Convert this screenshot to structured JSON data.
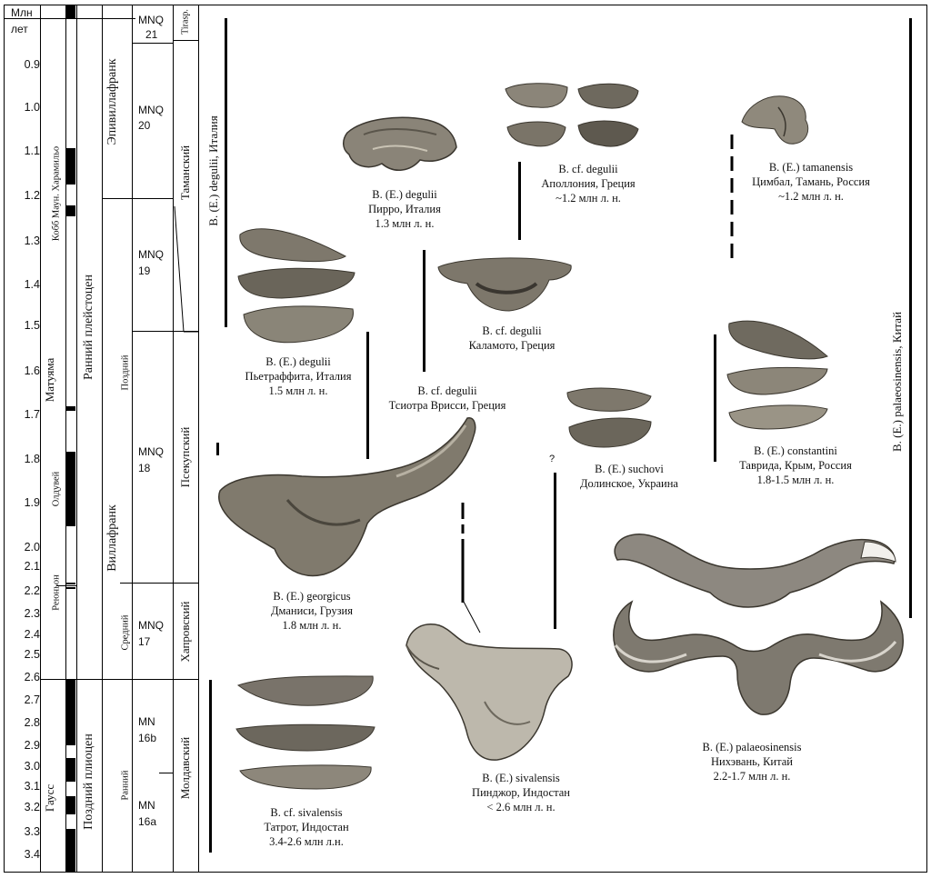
{
  "axis": {
    "unit_line1": "Млн",
    "unit_line2": "лет",
    "ticks": [
      "0.9",
      "1.0",
      "1.1",
      "1.2",
      "1.3",
      "1.4",
      "1.5",
      "1.6",
      "1.7",
      "1.8",
      "1.9",
      "2.0",
      "2.1",
      "2.2",
      "2.3",
      "2.4",
      "2.5",
      "2.6",
      "2.7",
      "2.8",
      "2.9",
      "3.0",
      "3.1",
      "3.2",
      "3.3",
      "3.4"
    ]
  },
  "magnetostratigraphy": {
    "matuyama": "Матуяма",
    "gauss": "Гаусс",
    "cobb_jaramillo": "Кобб Маун. Харамильо",
    "olduvai": "Олдувей",
    "reunion": "Реюньон"
  },
  "epochs": {
    "early_pleistocene": "Ранний плейстоцен",
    "late_pliocene": "Поздний плиоцен"
  },
  "stages": {
    "epivillafranchian": "Эпивиллафранк",
    "villafranchian": "Виллафранк",
    "late": "Поздний",
    "middle": "Средний",
    "early": "Ранний"
  },
  "mammal_zones": {
    "mnq21": [
      "MNQ",
      "21"
    ],
    "mnq20": [
      "MNQ",
      "20"
    ],
    "mnq19": [
      "MNQ",
      "19"
    ],
    "mnq18": [
      "MNQ",
      "18"
    ],
    "mnq17": [
      "MNQ",
      "17"
    ],
    "mn16b": [
      "MN",
      "16b"
    ],
    "mn16a": [
      "MN",
      "16a"
    ]
  },
  "faunal_complexes": {
    "tirasp": "Tirasp.",
    "taman": "Таманский",
    "psekups": "Псекупский",
    "khaprov": "Хапровский",
    "moldav": "Молдавский"
  },
  "range_labels": {
    "degulii_italy": "B. (E.) degulii,  Италия",
    "palaeosinensis_china": "B. (E.) palaeosinensis, Китай",
    "question": "?"
  },
  "specimens": [
    {
      "id": "pirro",
      "lines": [
        "B. (E.) degulii",
        "Пирро, Италия",
        "1.3 млн л. н."
      ]
    },
    {
      "id": "apollonia",
      "lines": [
        "B. cf. degulii",
        "Аполлония, Греция",
        "~1.2 млн л. н."
      ]
    },
    {
      "id": "tamanensis",
      "lines": [
        "B. (E.) tamanensis",
        "Цимбал, Тамань, Россия",
        "~1.2 млн л. н."
      ]
    },
    {
      "id": "kalamoto",
      "lines": [
        "B. cf. degulii",
        "Каламото, Греция"
      ]
    },
    {
      "id": "pietrafitta",
      "lines": [
        "B. (E.) degulii",
        "Пьетраффита, Италия",
        "1.5 млн л. н."
      ]
    },
    {
      "id": "tsiotra",
      "lines": [
        "B. cf. degulii",
        "Тсиотра Врисси, Греция"
      ]
    },
    {
      "id": "suchovi",
      "lines": [
        "B. (E.) suchovi",
        "Долинское, Украина"
      ]
    },
    {
      "id": "constantini",
      "lines": [
        "B. (E.) constantini",
        "Таврида, Крым, Россия",
        "1.8-1.5 млн л. н."
      ]
    },
    {
      "id": "georgicus",
      "lines": [
        "B. (E.) georgicus",
        "Дманиси, Грузия",
        "1.8 млн л. н."
      ]
    },
    {
      "id": "sivalensis",
      "lines": [
        "B. (E.) sivalensis",
        "Пинджор, Индостан",
        "< 2.6 млн л. н."
      ]
    },
    {
      "id": "palaeosinensis",
      "lines": [
        "B. (E.) palaeosinensis",
        "Нихэвань, Китай",
        "2.2-1.7 млн л. н."
      ]
    },
    {
      "id": "cf_sivalensis",
      "lines": [
        "B. cf. sivalensis",
        "Татрот, Индостан",
        "3.4-2.6 млн л.н."
      ]
    }
  ]
}
